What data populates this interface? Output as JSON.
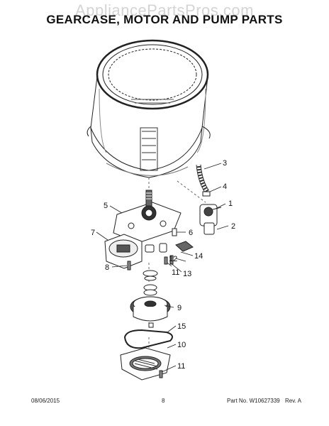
{
  "watermark": "AppliancePartsPros.com",
  "title": "GEARCASE, MOTOR AND PUMP PARTS",
  "callouts": [
    "1",
    "2",
    "3",
    "4",
    "5",
    "6",
    "7",
    "8",
    "9",
    "10",
    "11",
    "11",
    "11",
    "12",
    "13",
    "14",
    "15"
  ],
  "footer": {
    "date": "08/06/2015",
    "page": "8",
    "part_number": "Part No. W10627339",
    "revision": "Rev. A"
  }
}
